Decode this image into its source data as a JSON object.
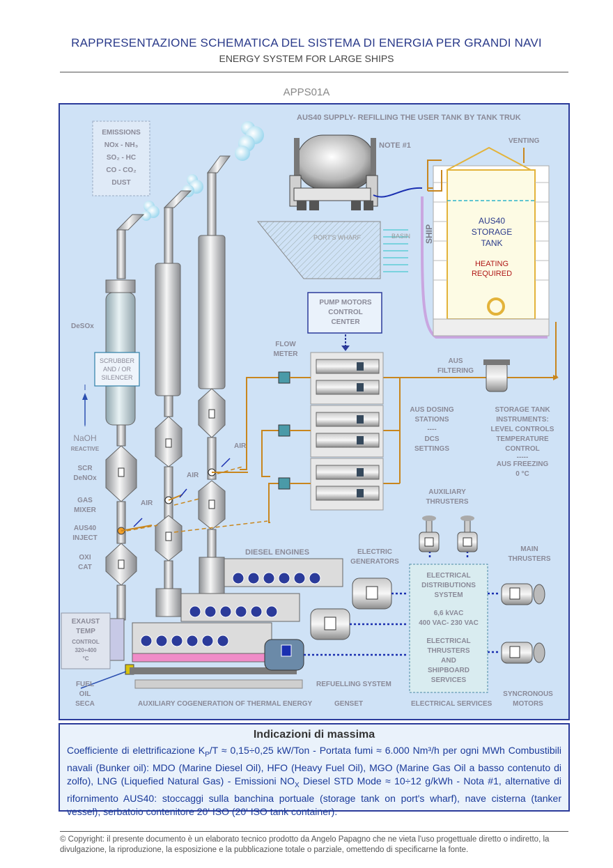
{
  "header": {
    "title_it": "RAPPRESENTAZIONE SCHEMATICA DEL SISTEMA DI ENERGIA PER GRANDI NAVI",
    "title_en": "ENERGY SYSTEM FOR LARGE SHIPS",
    "doc_code": "APPS01A"
  },
  "diagram": {
    "supply_title": "AUS40 SUPPLY- REFILLING THE USER TANK BY TANK TRUK",
    "note": "NOTE #1",
    "venting": "VENTING",
    "ports_wharf": "PORT'S WHARF",
    "basin": "BASIN",
    "ship": "SHIP",
    "tank_name": [
      "AUS40",
      "STORAGE",
      "TANK"
    ],
    "tank_heating": [
      "HEATING",
      "REQUIRED"
    ],
    "emissions": [
      "EMISSIONS",
      "NOx - NH₃",
      "SO₂ - HC",
      "CO - CO₂",
      "DUST"
    ],
    "desox": "DeSOx",
    "scrubber": [
      "SCRUBBER",
      "AND / OR",
      "SILENCER"
    ],
    "naoh": "NaOH",
    "reactive": "REACTIVE",
    "scr": [
      "SCR",
      "DeNOx"
    ],
    "gas_mixer": [
      "GAS",
      "MIXER"
    ],
    "aus40_inject": [
      "AUS40",
      "INJECT"
    ],
    "oxi_cat": [
      "OXI",
      "CAT"
    ],
    "exaust": [
      "EXAUST",
      "TEMP"
    ],
    "exaust_control": [
      "CONTROL",
      "320÷400",
      "°C"
    ],
    "fuel_oil": [
      "FUEL",
      "OIL",
      "SECA"
    ],
    "air": "AIR",
    "flow_meter": [
      "FLOW",
      "METER"
    ],
    "pump_center": [
      "PUMP MOTORS",
      "CONTROL",
      "CENTER"
    ],
    "aus_filtering": [
      "AUS",
      "FILTERING"
    ],
    "aus_dosing": [
      "AUS DOSING",
      "STATIONS",
      "----",
      "DCS",
      "SETTINGS"
    ],
    "storage_instr": [
      "STORAGE TANK",
      "INSTRUMENTS:",
      "LEVEL CONTROLS",
      "TEMPERATURE",
      "CONTROL",
      "-----",
      "AUS FREEZING",
      "0 °C"
    ],
    "aux_thrusters": [
      "AUXILIARY",
      "THRUSTERS"
    ],
    "main_thrusters": [
      "MAIN",
      "THRUSTERS"
    ],
    "diesel_engines": "DIESEL ENGINES",
    "electric_generators": [
      "ELECTRIC",
      "GENERATORS"
    ],
    "elec_dist": [
      "ELECTRICAL",
      "DISTRIBUTIONS",
      "SYSTEM"
    ],
    "voltages": [
      "6,6 kVAC",
      "400 VAC- 230 VAC"
    ],
    "elec_thr": [
      "ELECTRICAL",
      "THRUSTERS",
      "AND",
      "SHIPBOARD",
      "SERVICES"
    ],
    "refuelling": "REFUELLING SYSTEM",
    "aux_cogen": "AUXILIARY COGENERATION OF THERMAL ENERGY",
    "genset": "GENSET",
    "electrical_services": "ELECTRICAL SERVICES",
    "syncronous": [
      "SYNCRONOUS",
      "MOTORS"
    ]
  },
  "info": {
    "title": "Indicazioni di massima",
    "l1a": "Coefficiente di elettrificazione K",
    "l1sub": "P",
    "l1b": "/T ≈ 0,15÷0,25 kW/Ton - Portata fumi ≈ 6.000 Nm³/h per ogni MWh Combustibili navali (Bunker oil): MDO (Marine Diesel Oil), HFO (Heavy Fuel Oil), MGO (Marine Gas Oil a basso contenuto di zolfo), LNG (Liquefied Natural Gas) - Emissioni NO",
    "l1sub2": "X",
    "l1c": " Diesel STD Mode ≈ 10÷12 g/kWh - Nota #1, alternative di rifornimento AUS40: stoccaggi sulla banchina portuale (storage tank on port's wharf),  nave cisterna (tanker vessel), serbatoio contenitore 20' ISO (20' ISO tank container)."
  },
  "footer": {
    "copyright": "© Copyright: il presente documento è un elaborato tecnico prodotto da Angelo Papagno che ne vieta l'uso progettuale diretto o indiretto, la divulgazione, la riproduzione, la esposizione e la pubblicazione totale o parziale, omettendo di specificarne la fonte."
  },
  "colors": {
    "frame": "#2b3b9a",
    "background": "#cfe2f6",
    "pipe_aus": "#c8861e",
    "pipe_power": "#1a2fb0",
    "heading": "#2a3a8a",
    "ship_hull": "#c9a6e0"
  }
}
